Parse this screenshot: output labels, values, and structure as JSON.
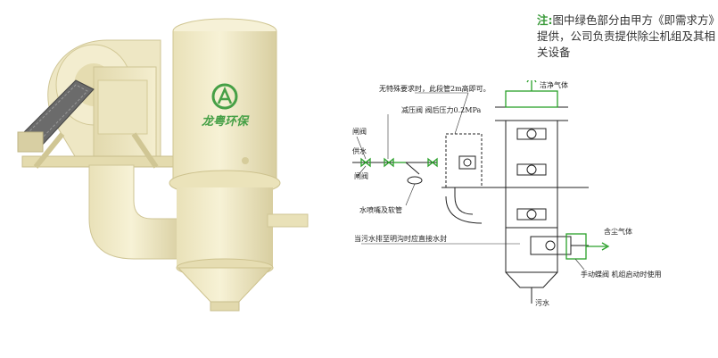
{
  "note": {
    "prefix": "注:",
    "text": "图中绿色部分由甲方《即需求方》提供，公司负责提供除尘机组及其相关设备"
  },
  "brand": {
    "logo_text": "龙粤环保",
    "colors": {
      "body": "#f0eac6",
      "shade": "#d9d0a2",
      "logo_green": "#46a046",
      "scheme_green": "#2aa02a"
    }
  },
  "schematic": {
    "labels": {
      "pipe_note": "无特殊要求时，此段管2m高即可。",
      "clean_gas": "洁净气体",
      "reducer": "减压阀  阀后压力0.2MPa",
      "gate_valve_1": "闸阀",
      "water_supply": "供水",
      "gate_valve_2": "闸阀",
      "nozzle": "水喷嘴及软管",
      "dust_gas": "含尘气体",
      "drain_note": "当污水排至明沟时应直接水封",
      "butterfly": "手动蝶阀  机组启动时使用",
      "sewage": "污水"
    }
  }
}
